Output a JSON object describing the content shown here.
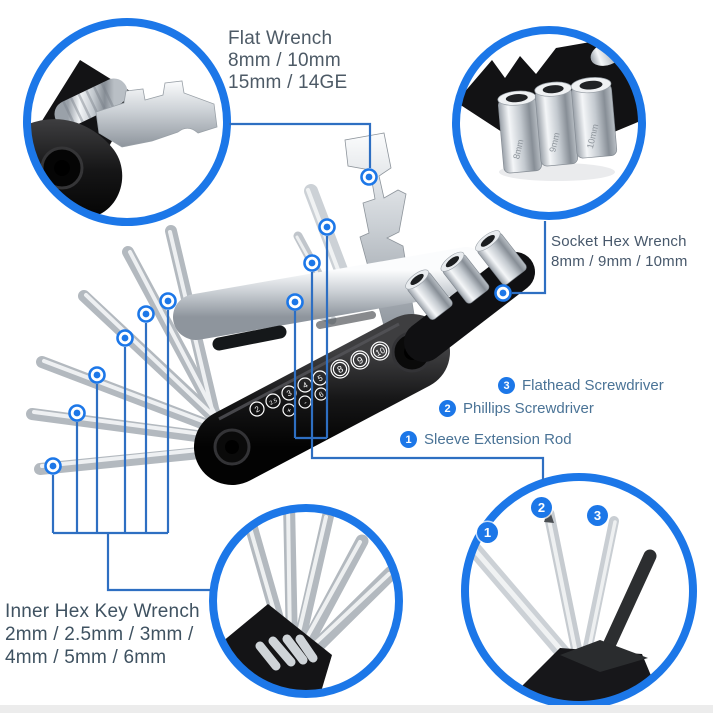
{
  "colors": {
    "accent_blue": "#1c77e8",
    "callout_line_blue": "#2e6fc2",
    "label_text": "#4d5a66",
    "list_text": "#4a7396",
    "tool_black": "#141414",
    "metal_silver": "#ccd1d6"
  },
  "callout_flat_wrench": {
    "line1": "Flat Wrench",
    "line2": "8mm / 10mm",
    "line3": "15mm / 14GE"
  },
  "callout_socket": {
    "line1": "Socket Hex Wrench",
    "line2": "8mm / 9mm / 10mm"
  },
  "parts_list": [
    {
      "num": "3",
      "label": "Flathead Screwdriver"
    },
    {
      "num": "2",
      "label": "Phillips Screwdriver"
    },
    {
      "num": "1",
      "label": "Sleeve Extension Rod"
    }
  ],
  "callout_inner_hex": {
    "line1": "Inner Hex Key Wrench",
    "line2": "2mm / 2.5mm / 3mm /",
    "line3": "4mm / 5mm / 6mm"
  },
  "body_markings": {
    "row1": [
      "2",
      "2.5",
      "3",
      "4",
      "5",
      "8",
      "9",
      "10"
    ],
    "row2": [
      "+",
      "-",
      "6"
    ]
  },
  "socket_sizes": [
    "8mm",
    "9mm",
    "10mm"
  ],
  "detail_numbers": [
    "1",
    "2",
    "3"
  ]
}
